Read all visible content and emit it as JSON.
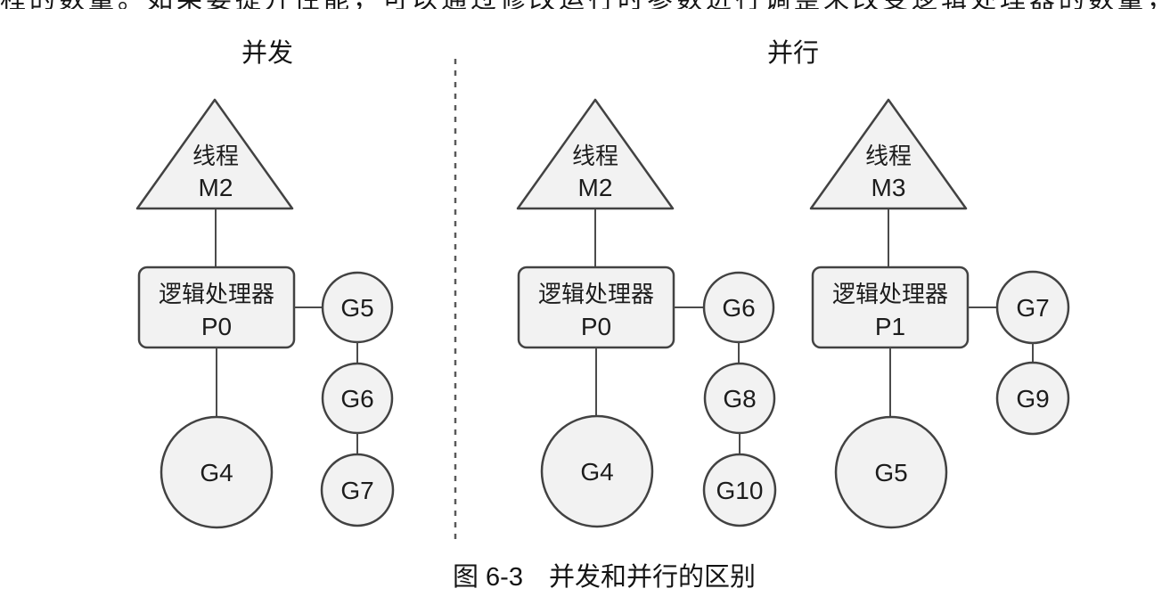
{
  "page": {
    "top_clipped_text": "程的数量。如果要提升性能，可以通过修改运行时参数进行调整来改变逻辑处理器的数量，得到预想的修改",
    "caption": "图 6-3　并发和并行的区别"
  },
  "figure": {
    "left_panel": {
      "title": "并发",
      "column": {
        "thread": {
          "label": "线程",
          "id": "M2"
        },
        "processor": {
          "label": "逻辑处理器",
          "id": "P0"
        },
        "running_goroutine": "G4",
        "queued_goroutines": [
          "G5",
          "G6",
          "G7"
        ]
      }
    },
    "right_panel": {
      "title": "并行",
      "columns": [
        {
          "thread": {
            "label": "线程",
            "id": "M2"
          },
          "processor": {
            "label": "逻辑处理器",
            "id": "P0"
          },
          "running_goroutine": "G4",
          "queued_goroutines": [
            "G6",
            "G8",
            "G10"
          ]
        },
        {
          "thread": {
            "label": "线程",
            "id": "M3"
          },
          "processor": {
            "label": "逻辑处理器",
            "id": "P1"
          },
          "running_goroutine": "G5",
          "queued_goroutines": [
            "G7",
            "G9"
          ]
        }
      ]
    }
  },
  "colors": {
    "shape_fill": "#f2f2f2",
    "shape_stroke": "#424242",
    "text": "#1c1c1c",
    "divider": "#5a5a5a"
  }
}
